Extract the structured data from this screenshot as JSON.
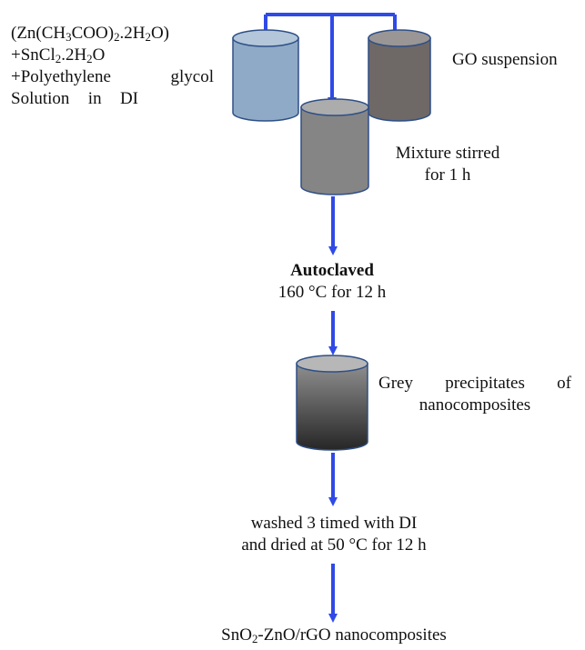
{
  "reagent_label": {
    "formula_open": "(Zn(CH",
    "sub_3": "3",
    "formula_coo": "COO)",
    "sub_2": "2",
    "formula_mid": ".2H",
    "sub_2b": "2",
    "formula_close": "O)",
    "sn_prefix": "+SnCl",
    "sn_sub": "2",
    "sn_mid": ".2H",
    "sn_sub2": "2",
    "sn_end": "O",
    "peg": "+Polyethylene glycol",
    "solution": "Solution in DI"
  },
  "go_label": "GO suspension",
  "mixture_label": [
    "Mixture stirred",
    "for 1 h"
  ],
  "autoclave_title": "Autoclaved",
  "autoclave_condition": "160 °C for 12 h",
  "precipitate_label": [
    "Grey precipitates of",
    "nanocomposites"
  ],
  "washing_label": [
    "washed 3 timed with DI",
    "and dried at 50 °C for 12 h"
  ],
  "product_label": {
    "sn": "SnO",
    "sub": "2",
    "rest": "-ZnO/rGO nanocomposites"
  },
  "colors": {
    "arrow": "#2f4ae6",
    "beaker_blue": "#8eaac6",
    "beaker_blue_top": "#b3c6da",
    "beaker_brown": "#6e6866",
    "beaker_brown_top": "#9a9696",
    "beaker_grey": "#858585",
    "beaker_grey_top": "#acacac",
    "beaker_dark_top": "#b7b7b7",
    "beaker_edge": "#2e4f86"
  }
}
